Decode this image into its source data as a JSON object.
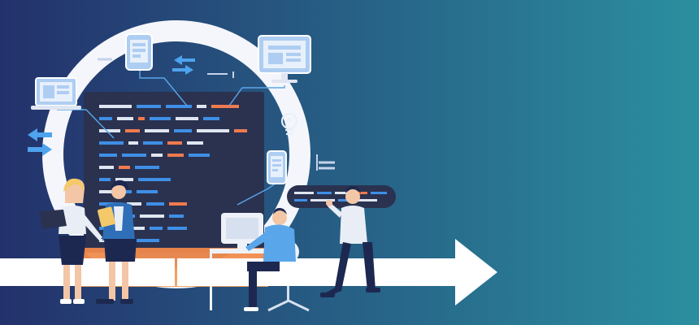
{
  "palette": {
    "bg_left": "#23316b",
    "bg_right": "#2b8fa0",
    "ring": "#f4f6fb",
    "code_panel": "#2a3250",
    "code_blue": "#3f8fe6",
    "code_white": "#dfe6f1",
    "code_orange": "#f07a4f",
    "arrow": "#ffffff",
    "device_blue": "#aecdf2",
    "accent_orange": "#f08a4b",
    "skin": "#f3c6a6",
    "dark_navy": "#1d2850"
  },
  "icons": [
    "desktop-monitor-icon",
    "laptop-icon",
    "tablet-icon",
    "smartphone-icon",
    "lightbulb-icon",
    "sync-arrows-icon"
  ],
  "people": [
    "woman-with-laptop",
    "woman-with-tablet",
    "man-at-desk",
    "man-gesturing"
  ]
}
